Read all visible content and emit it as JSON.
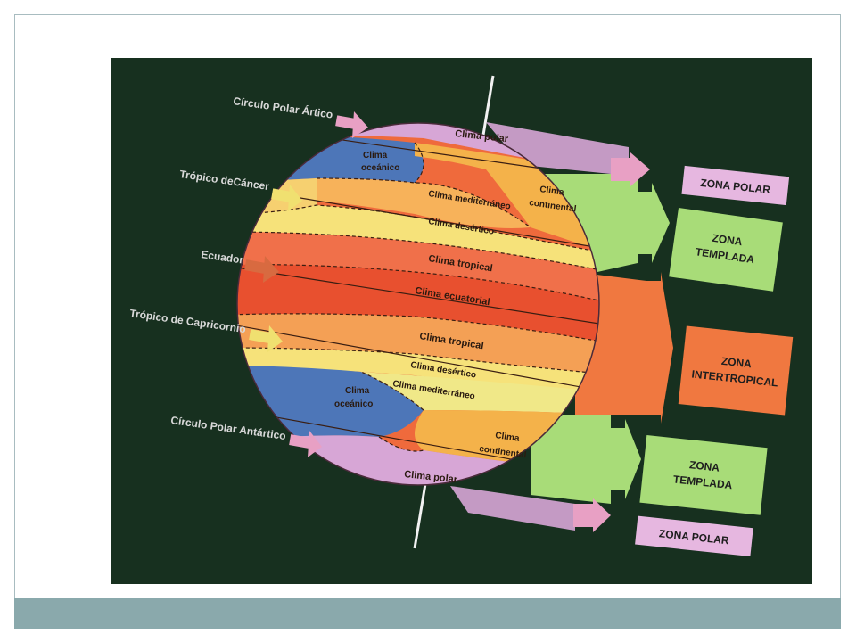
{
  "slide": {
    "footer_color": "#8aa9ac",
    "background_color": "#ffffff"
  },
  "diagram": {
    "background_color": "#17301f",
    "left_labels": {
      "arctic": "Círculo Polar Ártico",
      "cancer": "Trópico deCáncer",
      "equator": "Ecuador",
      "capricorn": "Trópico de Capricornio",
      "antarctic": "Círculo Polar Antártico"
    },
    "climates": {
      "polar_north": "Clima polar",
      "oceanic_north_1": "Clima",
      "oceanic_north_2": "oceánico",
      "mediterranean_north_1": "Clima mediterráneo",
      "continental_north_1": "Clima",
      "continental_north_2": "continental",
      "desert_north": "Clima desértico",
      "tropical_north": "Clima tropical",
      "equatorial": "Clima ecuatorial",
      "tropical_south": "Clima tropical",
      "desert_south": "Clima desértico",
      "mediterranean_south": "Clima mediterráneo",
      "oceanic_south_1": "Clima",
      "oceanic_south_2": "oceánico",
      "continental_south_1": "Clima",
      "continental_south_2": "continental",
      "polar_south": "Clima polar"
    },
    "zones": {
      "polar_north": "ZONA POLAR",
      "temperate_north_1": "ZONA",
      "temperate_north_2": "TEMPLADA",
      "intertropical_1": "ZONA",
      "intertropical_2": "INTERTROPICAL",
      "temperate_south_1": "ZONA",
      "temperate_south_2": "TEMPLADA",
      "polar_south": "ZONA POLAR"
    },
    "colors": {
      "polar": "#d7a6d6",
      "oceanic": "#4d76b8",
      "mediterranean": "#f7b25a",
      "continental": "#f4b24a",
      "desert": "#f6e27a",
      "tropical": "#ef6a3c",
      "equatorial": "#e8502f",
      "temperate_zone": "#a8dc78",
      "intertropical_zone": "#f07840",
      "polar_zone": "#e6b7e0",
      "arrow_pink": "#e8a0c4",
      "arrow_yellow": "#f0e070",
      "arrow_orange": "#d86a40"
    }
  }
}
